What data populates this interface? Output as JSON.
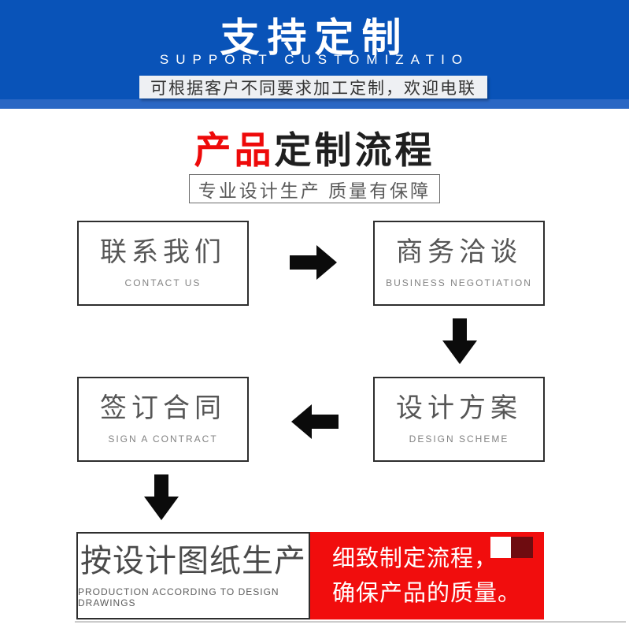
{
  "banner": {
    "title": "支持定制",
    "subtitle": "SUPPORT CUSTOMIZATIO",
    "note": "可根据客户不同要求加工定制，欢迎电联",
    "bg_color": "#0953b8",
    "note_bg": "#eef0f3"
  },
  "heading": {
    "highlight": "产品",
    "rest": "定制流程",
    "highlight_color": "#ee0a0a",
    "tagline": "专业设计生产 质量有保障"
  },
  "flow": {
    "steps": [
      {
        "zh": "联系我们",
        "en": "CONTACT US"
      },
      {
        "zh": "商务洽谈",
        "en": "BUSINESS NEGOTIATION"
      },
      {
        "zh": "设计方案",
        "en": "DESIGN SCHEME"
      },
      {
        "zh": "签订合同",
        "en": "SIGN A CONTRACT"
      },
      {
        "zh": "按设计图纸生产",
        "en": "PRODUCTION ACCORDING TO DESIGN DRAWINGS"
      }
    ],
    "arrow_color": "#0b0b0b"
  },
  "callout": {
    "line1": "细致制定流程，",
    "line2": "确保产品的质量。",
    "bg_color": "#f10d0d",
    "accent_dark_color": "#6e0c10",
    "accent_white_color": "#ffffff"
  }
}
